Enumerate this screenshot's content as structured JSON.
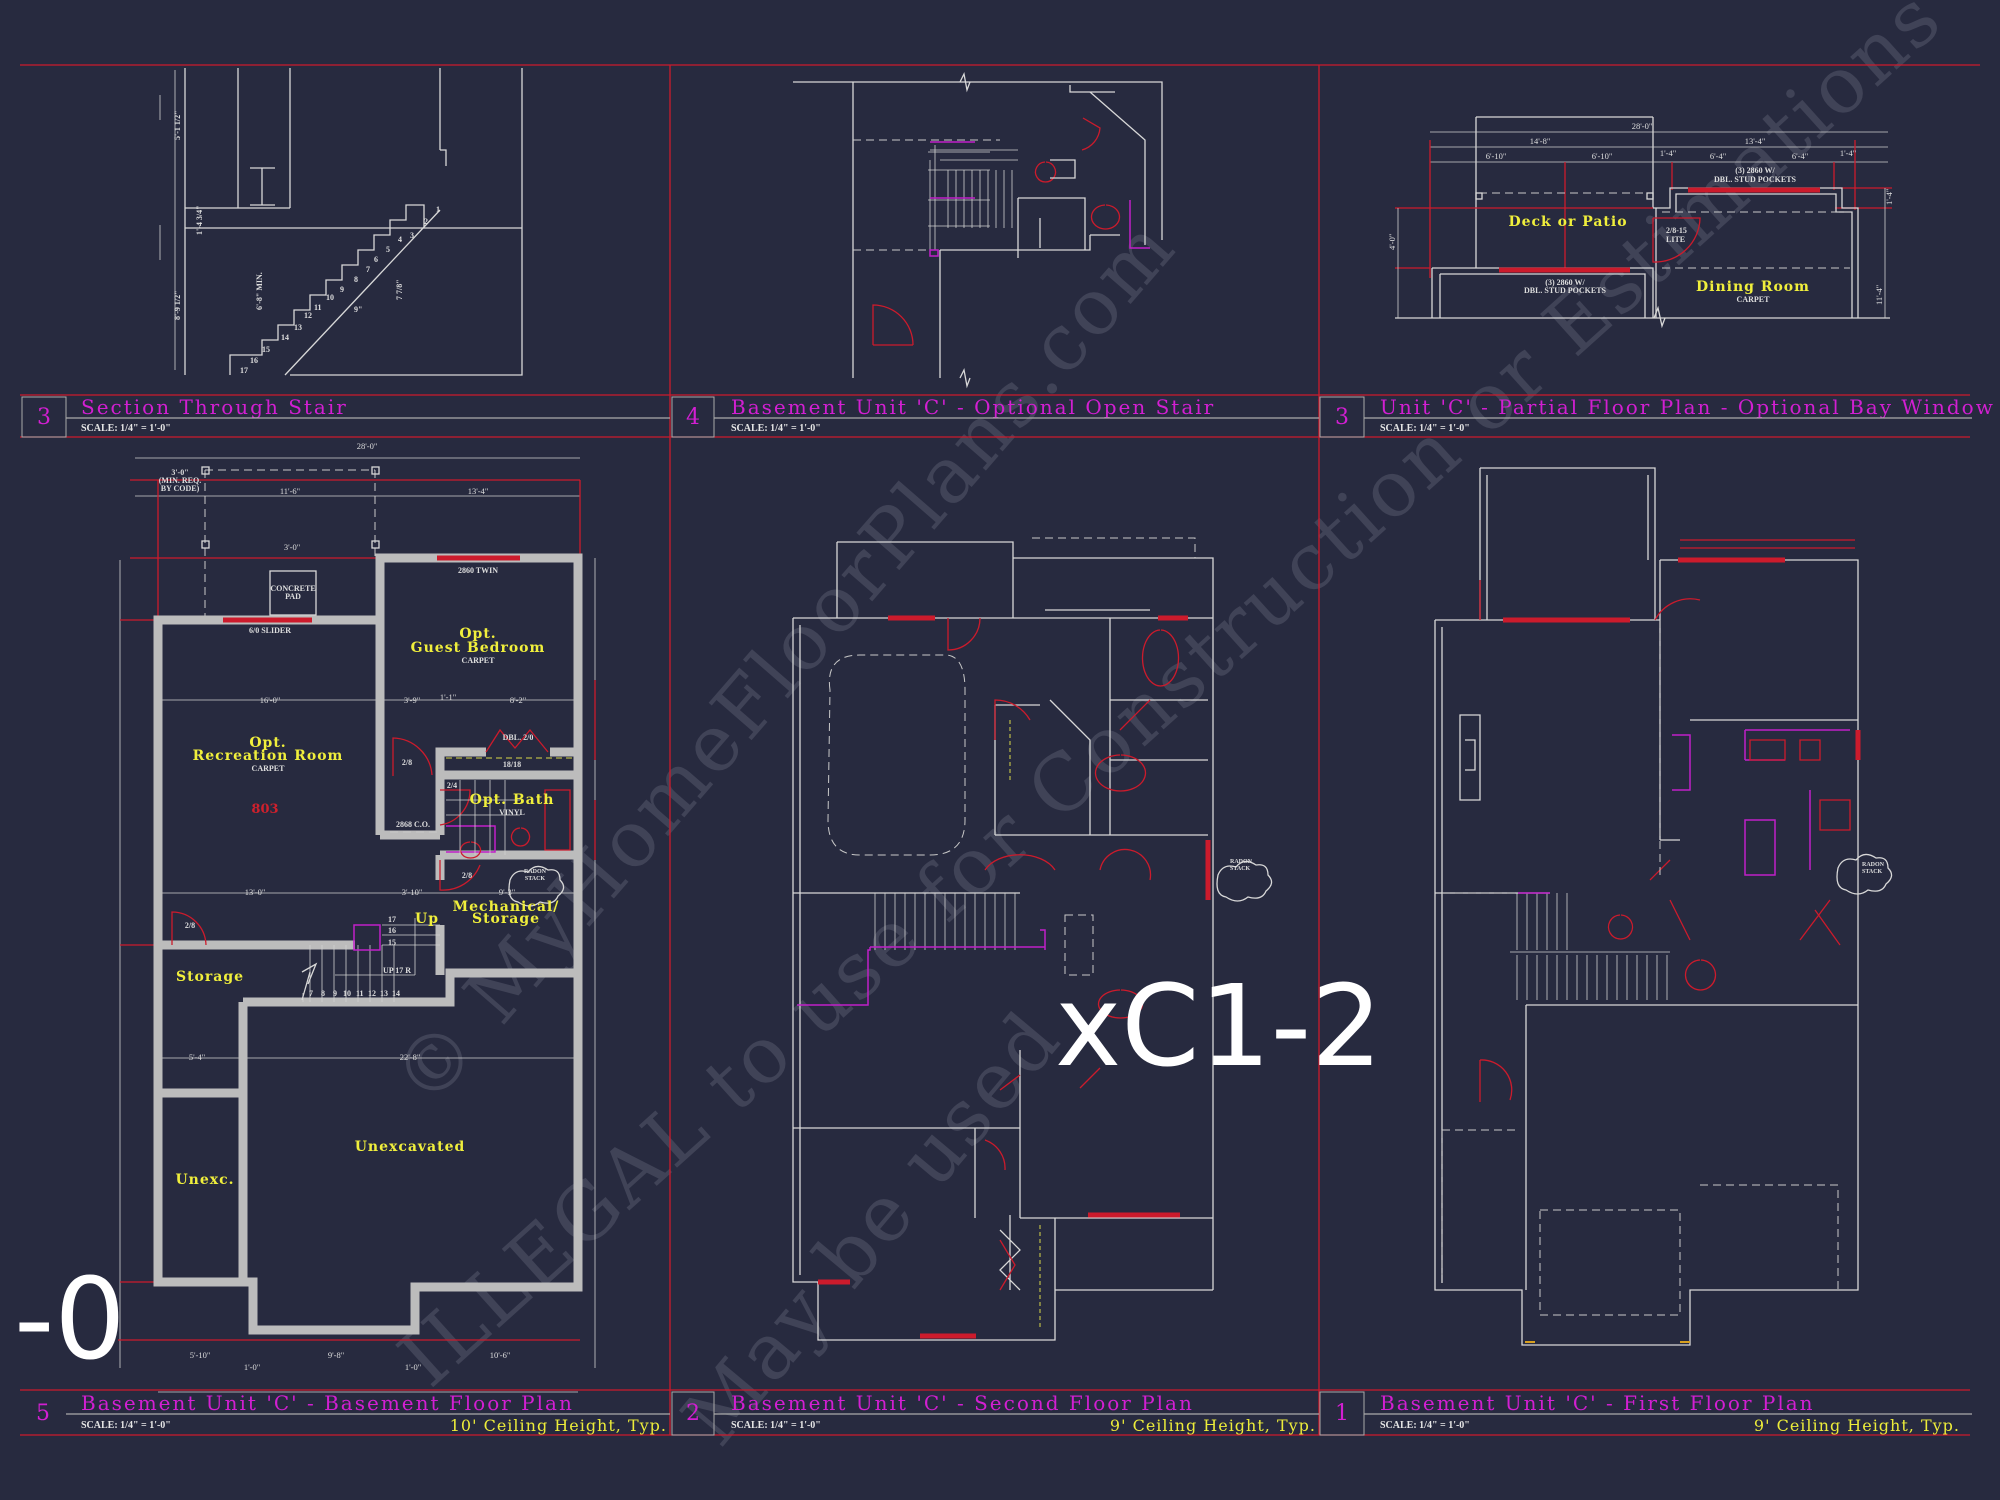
{
  "colors": {
    "background": "#272a3f",
    "title": "#d21fd2",
    "room_label": "#f0ef3c",
    "border": "#cc1b2c",
    "wall": "#bcbcbc"
  },
  "sheet_id": "xC1-2",
  "sheet_suffix": "-0",
  "watermark": {
    "line1": "© MyHomeFloorPlans.com",
    "line2": "ILLEGAL to use for Construction or Estimations",
    "line3": "May be used"
  },
  "views": [
    {
      "number": "3",
      "title": "Section Through Stair",
      "scale": "SCALE: 1/4\" = 1'-0\""
    },
    {
      "number": "4",
      "title": "Basement Unit 'C' - Optional Open Stair",
      "scale": "SCALE: 1/4\" = 1'-0\""
    },
    {
      "number": "3",
      "title": "Unit 'C' - Partial Floor Plan - Optional Bay Window",
      "scale": "SCALE: 1/4\" = 1'-0\""
    },
    {
      "number": "5",
      "title": "Basement Unit 'C' - Basement Floor Plan",
      "scale": "SCALE: 1/4\" = 1'-0\"",
      "ceiling": "10' Ceiling Height, Typ."
    },
    {
      "number": "2",
      "title": "Basement Unit 'C' - Second Floor Plan",
      "scale": "SCALE: 1/4\" = 1'-0\"",
      "ceiling": "9' Ceiling Height, Typ."
    },
    {
      "number": "1",
      "title": "Basement Unit 'C' - First Floor Plan",
      "scale": "SCALE: 1/4\" = 1'-0\"",
      "ceiling": "9' Ceiling Height, Typ."
    }
  ],
  "section_stair": {
    "risers": [
      "1",
      "2",
      "3",
      "4",
      "5",
      "6",
      "7",
      "8",
      "9",
      "10",
      "11",
      "12",
      "13",
      "14",
      "15",
      "16",
      "17"
    ],
    "dims": {
      "top": "5'-1 1/2\"",
      "mid": "1'-4 3/4\"",
      "bottom": "8'-9 1/2\"",
      "headroom": "6'-8\" MIN.",
      "riser": "7 7/8\"",
      "tread": "9\""
    }
  },
  "bay_window": {
    "rooms": {
      "deck": "Deck or Patio",
      "dining": "Dining Room",
      "dining_floor": "CARPET"
    },
    "notes": {
      "win1a": "(3) 2860 W/",
      "win1b": "DBL. STUD POCKETS",
      "win2a": "(3) 2860 W/",
      "win2b": "DBL. STUD POCKETS",
      "door_a": "2/8-15",
      "door_b": "LITE"
    },
    "dims": {
      "overall": "28'-0\"",
      "left": "14'-8\"",
      "right": "13'-4\"",
      "l1": "6'-10\"",
      "l2": "6'-10\"",
      "r0": "1'-4\"",
      "r1": "6'-4\"",
      "r2": "6'-4\"",
      "r3": "1'-4\"",
      "v1": "4'-0\"",
      "v2": "11'-4\"",
      "v3": "1'-4\""
    }
  },
  "basement": {
    "rooms": {
      "guest1": "Opt.",
      "guest2": "Guest Bedroom",
      "guest_floor": "CARPET",
      "rec1": "Opt.",
      "rec2": "Recreation Room",
      "rec_floor": "CARPET",
      "rec_code": "803",
      "bath": "Opt. Bath",
      "bath_floor": "VINYL",
      "mech1": "Mechanical/",
      "mech2": "Storage",
      "storage": "Storage",
      "unexc": "Unexc.",
      "unexcavated": "Unexcavated",
      "up": "Up"
    },
    "notes": {
      "twin": "2860 TWIN",
      "slider": "6/0 SLIDER",
      "pad1": "CONCRETE",
      "pad2": "PAD",
      "dbl": "DBL. 2/0",
      "shelf": "18/18",
      "co": "2868 C.O.",
      "door28a": "2/8",
      "door24": "2/4",
      "door28b": "2/8",
      "door28c": "2/8",
      "radon1": "RADON",
      "radon2": "STACK",
      "upr": "UP 17 R",
      "min1": "3'-0\"",
      "min2": "(MIN. REQ.",
      "min3": "BY CODE)"
    },
    "dims": {
      "overall": "28'-0\"",
      "d1": "11'-6\"",
      "d2": "13'-4\"",
      "d3": "3'-0\"",
      "d4": "16'-0\"",
      "d5": "3'-9\"",
      "d6": "1'-1\"",
      "d7": "8'-2\"",
      "d8": "13'-0\"",
      "d9": "3'-10\"",
      "d10": "9'-3\"",
      "d11": "5'-4\"",
      "d12": "22'-8\"",
      "b1": "5'-10\"",
      "b2": "9'-8\"",
      "b3": "10'-6\"",
      "b4": "1'-0\"",
      "b5": "1'-0\""
    },
    "stair_numbers": [
      "7",
      "8",
      "9",
      "10",
      "11",
      "12",
      "13",
      "14",
      "15",
      "16",
      "17"
    ]
  },
  "second_floor": {
    "notes": {
      "radon1": "RADON",
      "radon2": "STACK"
    }
  },
  "first_floor": {
    "notes": {
      "radon1": "RADON",
      "radon2": "STACK"
    }
  }
}
